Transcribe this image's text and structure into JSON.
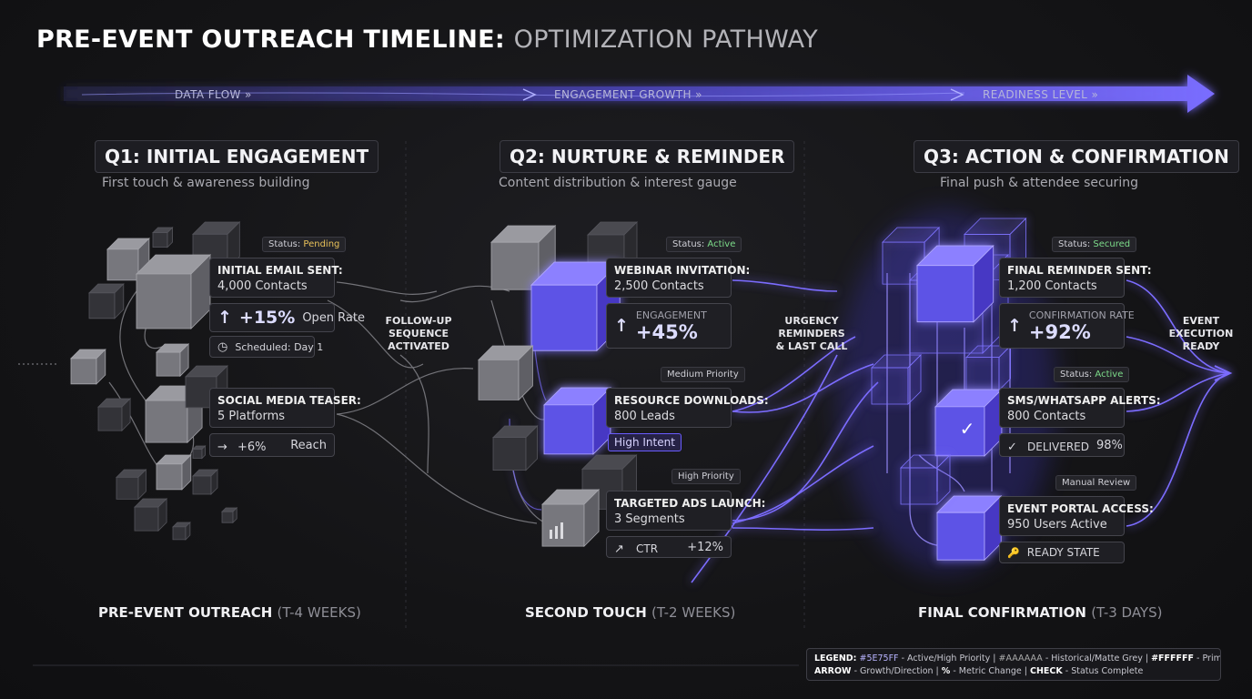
{
  "title": {
    "main": "PRE-EVENT OUTREACH TIMELINE:",
    "sub": "OPTIMIZATION PATHWAY"
  },
  "flow_labels": [
    "DATA FLOW »",
    "ENGAGEMENT GROWTH »",
    "READINESS LEVEL »"
  ],
  "phases": [
    {
      "title": "Q1: INITIAL ENGAGEMENT",
      "subtitle": "First touch & awareness building",
      "footer_main": "PRE-EVENT OUTREACH",
      "footer_dim": "(T-4 WEEKS)",
      "status_key": "Status:",
      "status_val": "Pending",
      "card1": {
        "title": "INITIAL EMAIL SENT:",
        "sub": "4,000 Contacts"
      },
      "metric1": {
        "icon": "↑",
        "value": "+15%",
        "label": "Open Rate"
      },
      "sched": {
        "icon": "◷",
        "label": "Scheduled: Day 1"
      },
      "card2": {
        "title": "SOCIAL MEDIA TEASER:",
        "sub": "5 Platforms"
      },
      "metric2": {
        "icon": "→",
        "value": "+6%",
        "label": "Reach"
      }
    },
    {
      "title": "Q2: NURTURE & REMINDER",
      "subtitle": "Content distribution & interest gauge",
      "footer_main": "SECOND TOUCH",
      "footer_dim": "(T-2 WEEKS)",
      "status_key": "Status:",
      "status_val": "Active",
      "card1": {
        "title": "WEBINAR INVITATION:",
        "sub": "2,500 Contacts"
      },
      "metric1": {
        "icon": "↑",
        "caption": "ENGAGEMENT",
        "value": "+45%"
      },
      "priority1": "Medium Priority",
      "card2": {
        "title": "RESOURCE DOWNLOADS:",
        "sub": "800 Leads"
      },
      "tag": "High Intent",
      "priority2": "High Priority",
      "card3": {
        "title": "TARGETED ADS LAUNCH:",
        "sub": "3 Segments"
      },
      "metric3": {
        "icon": "↗",
        "label": "CTR",
        "value": "+12%"
      }
    },
    {
      "title": "Q3: ACTION & CONFIRMATION",
      "subtitle": "Final push & attendee securing",
      "footer_main": "FINAL CONFIRMATION",
      "footer_dim": "(T-3 DAYS)",
      "status_key": "Status:",
      "status_val": "Secured",
      "card1": {
        "title": "FINAL REMINDER SENT:",
        "sub": "1,200 Contacts"
      },
      "metric1": {
        "icon": "↑",
        "caption": "CONFIRMATION RATE",
        "value": "+92%"
      },
      "status2_key": "Status:",
      "status2_val": "Active",
      "card2": {
        "title": "SMS/WHATSAPP ALERTS:",
        "sub": "800 Contacts"
      },
      "metric2": {
        "icon": "✓",
        "label": "DELIVERED",
        "value": "98%"
      },
      "review": "Manual Review",
      "card3": {
        "title": "EVENT PORTAL ACCESS:",
        "sub": "950 Users Active"
      },
      "metric3": {
        "icon": "🔑",
        "label": "READY STATE"
      }
    }
  ],
  "side_labels": {
    "followup": [
      "FOLLOW-UP",
      "SEQUENCE",
      "ACTIVATED"
    ],
    "urgency": [
      "URGENCY",
      "REMINDERS",
      "& LAST CALL"
    ],
    "execution": [
      "EVENT",
      "EXECUTION",
      "READY"
    ]
  },
  "legend": {
    "l1_key": "LEGEND:",
    "l1_c1": "#5E75FF",
    "l1_t1": "- Active/High Priority |",
    "l1_c2": "#AAAAAA",
    "l1_t2": "- Historical/Matte Grey |",
    "l1_c3": "#FFFFFF",
    "l1_t3": "- Primary Labels",
    "l2_k1": "ARROW",
    "l2_t1": "- Growth/Direction |",
    "l2_k2": "%",
    "l2_t2": "- Metric Change |",
    "l2_k3": "CHECK",
    "l2_t3": "- Status Complete"
  },
  "colors": {
    "accent": "#6a5cff",
    "grey": "#aaaaaa",
    "primary": "#ffffff"
  }
}
